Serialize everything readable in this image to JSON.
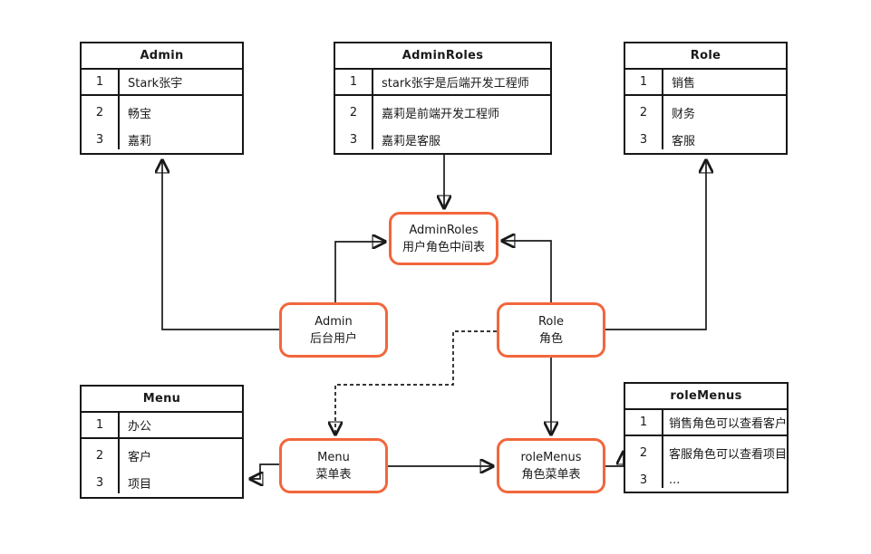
{
  "colors": {
    "accent": "#F2663C",
    "line": "#1a1a1a"
  },
  "tables": {
    "admin": {
      "title": "Admin",
      "rows": [
        {
          "n": "1",
          "v": "Stark张宇"
        },
        {
          "n": "2",
          "v": "畅宝"
        },
        {
          "n": "3",
          "v": "嘉莉"
        }
      ]
    },
    "adminRoles": {
      "title": "AdminRoles",
      "rows": [
        {
          "n": "1",
          "v": "stark张宇是后端开发工程师"
        },
        {
          "n": "2",
          "v": "嘉莉是前端开发工程师"
        },
        {
          "n": "3",
          "v": "嘉莉是客服"
        }
      ]
    },
    "role": {
      "title": "Role",
      "rows": [
        {
          "n": "1",
          "v": "销售"
        },
        {
          "n": "2",
          "v": "财务"
        },
        {
          "n": "3",
          "v": "客服"
        }
      ]
    },
    "menu": {
      "title": "Menu",
      "rows": [
        {
          "n": "1",
          "v": "办公"
        },
        {
          "n": "2",
          "v": "客户"
        },
        {
          "n": "3",
          "v": "项目"
        }
      ]
    },
    "roleMenus": {
      "title": "roleMenus",
      "rows": [
        {
          "n": "1",
          "v": "销售角色可以查看客户"
        },
        {
          "n": "2",
          "v": "客服角色可以查看项目"
        },
        {
          "n": "3",
          "v": "..."
        }
      ]
    }
  },
  "entities": {
    "adminRoles": {
      "name": "AdminRoles",
      "label": "用户角色中间表"
    },
    "admin": {
      "name": "Admin",
      "label": "后台用户"
    },
    "role": {
      "name": "Role",
      "label": "角色"
    },
    "menu": {
      "name": "Menu",
      "label": "菜单表"
    },
    "roleMenus": {
      "name": "roleMenus",
      "label": "角色菜单表"
    }
  }
}
